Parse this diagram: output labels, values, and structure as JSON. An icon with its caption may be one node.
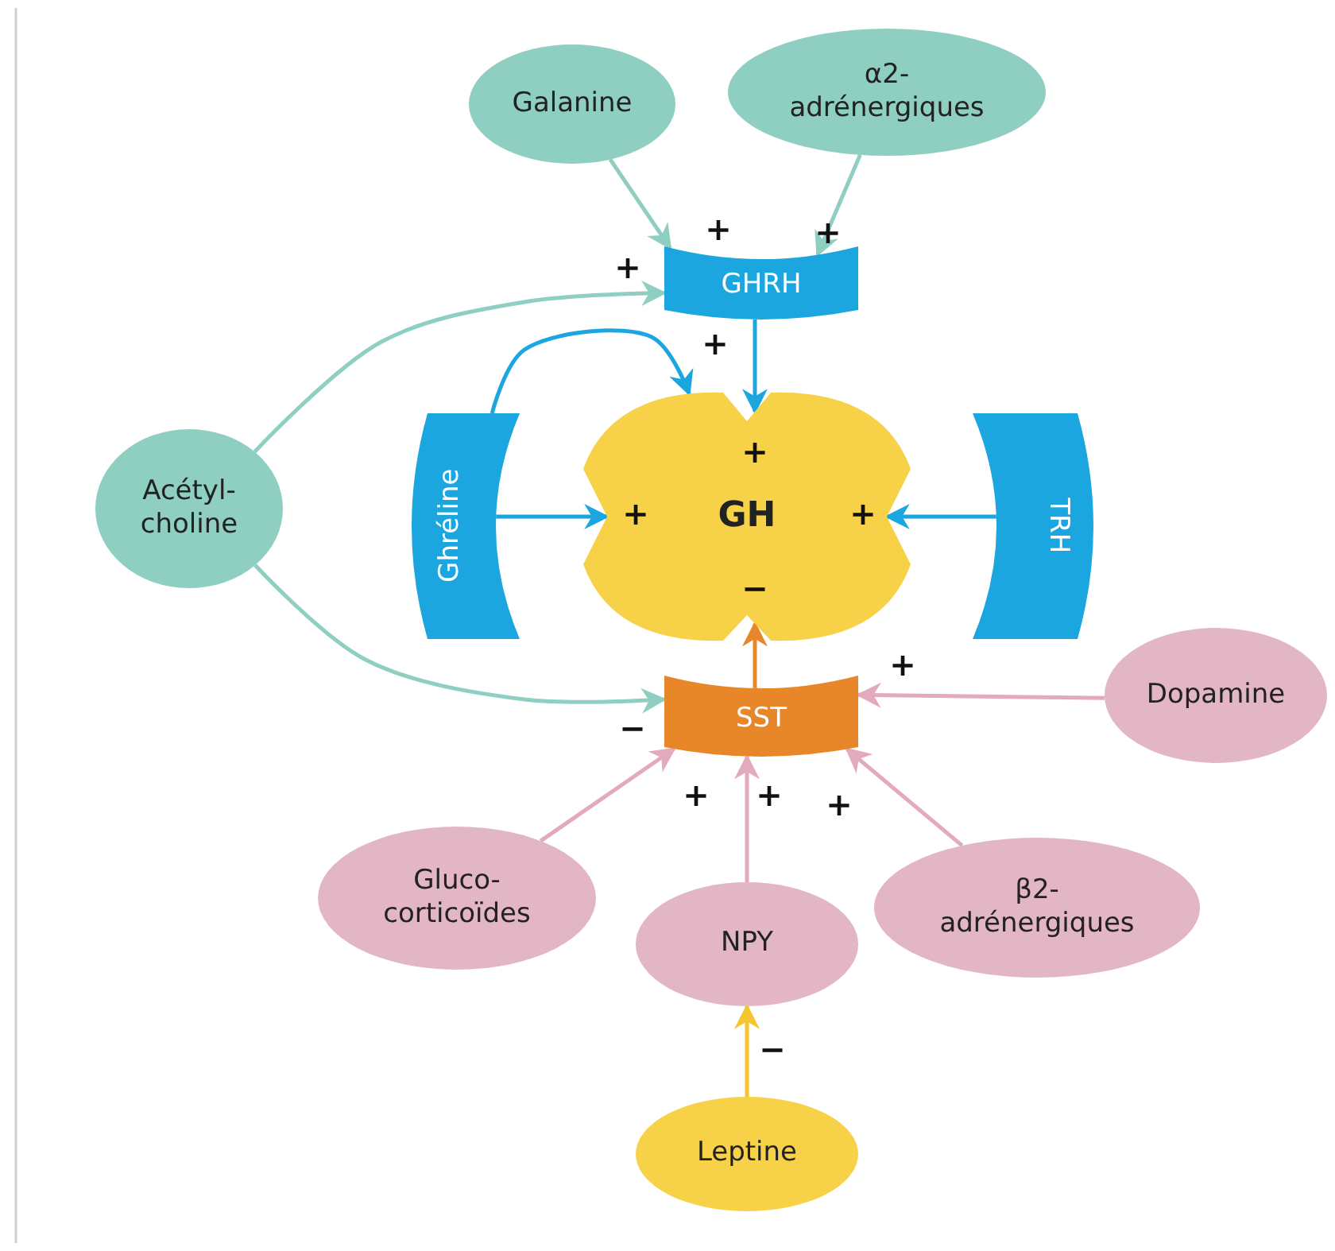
{
  "diagram": {
    "nodes": [
      {
        "text": [
          "Galanine"
        ]
      },
      {
        "text": [
          "α2- adrénergiques"
        ]
      },
      {
        "text": [
          "GHRH"
        ]
      },
      {
        "text": [
          "Acétyl- choline"
        ]
      },
      {
        "text": [
          "Ghréline"
        ]
      },
      {
        "text": [
          "GH"
        ]
      },
      {
        "text": [
          "TRH"
        ]
      },
      {
        "text": [
          "SST"
        ]
      },
      {
        "text": [
          "Dopamine"
        ]
      },
      {
        "text": [
          "Gluco- corticoïdes"
        ]
      },
      {
        "text": [
          "NPY"
        ]
      },
      {
        "text": [
          "β2- adrénergiques"
        ]
      },
      {
        "text": [
          "Leptine"
        ]
      }
    ],
    "edges": [
      {
        "from": 0,
        "to": 2,
        "arrow": "to",
        "label": "+",
        "color": "#8ecfc1"
      },
      {
        "from": 1,
        "to": 2,
        "arrow": "to",
        "label": "+",
        "color": "#8ecfc1"
      },
      {
        "from": 3,
        "to": 2,
        "arrow": "to",
        "label": "+",
        "color": "#8ecfc1"
      },
      {
        "from": 3,
        "to": 7,
        "arrow": "to",
        "label": "−",
        "color": "#8ecfc1"
      },
      {
        "from": 2,
        "to": 5,
        "arrow": "to",
        "label": "+",
        "color": "#1ba6df"
      },
      {
        "from": 4,
        "to": 5,
        "arrow": "to",
        "label": "+",
        "color": "#1ba6df"
      },
      {
        "from": 4,
        "to": 5,
        "arrow": "to",
        "label": "+",
        "color": "#1ba6df"
      },
      {
        "from": 6,
        "to": 5,
        "arrow": "to",
        "label": "+",
        "color": "#1ba6df"
      },
      {
        "from": 7,
        "to": 5,
        "arrow": "to",
        "label": "−",
        "color": "#e8862a"
      },
      {
        "from": 8,
        "to": 7,
        "arrow": "to",
        "label": "+",
        "color": "#e3aabd"
      },
      {
        "from": 9,
        "to": 7,
        "arrow": "to",
        "label": "+",
        "color": "#e3aabd"
      },
      {
        "from": 10,
        "to": 7,
        "arrow": "to",
        "label": "+",
        "color": "#e3aabd"
      },
      {
        "from": 11,
        "to": 7,
        "arrow": "to",
        "label": "+",
        "color": "#e3aabd"
      },
      {
        "from": 12,
        "to": 10,
        "arrow": "to",
        "label": "−",
        "color": "#f5c531"
      }
    ]
  }
}
